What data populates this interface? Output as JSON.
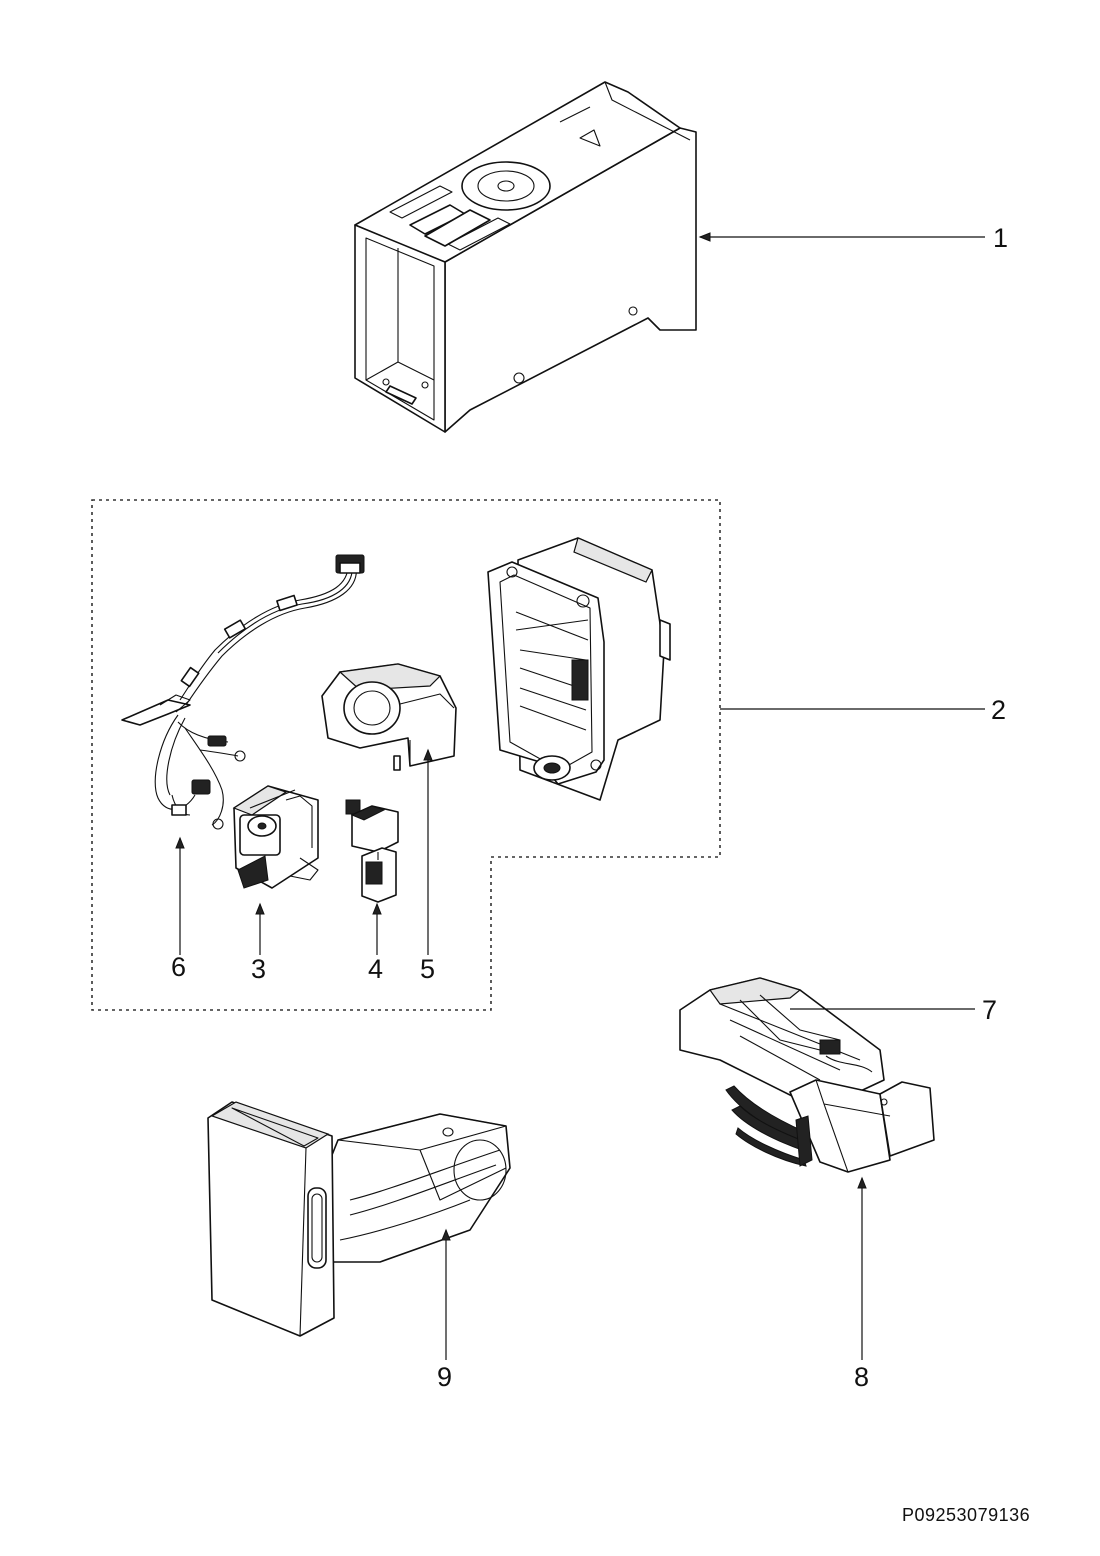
{
  "callouts": {
    "c1": "1",
    "c2": "2",
    "c3": "3",
    "c4": "4",
    "c5": "5",
    "c6": "6",
    "c7": "7",
    "c8": "8",
    "c9": "9"
  },
  "reference_code": "P09253079136",
  "colors": {
    "line": "#111111",
    "background": "#ffffff"
  }
}
